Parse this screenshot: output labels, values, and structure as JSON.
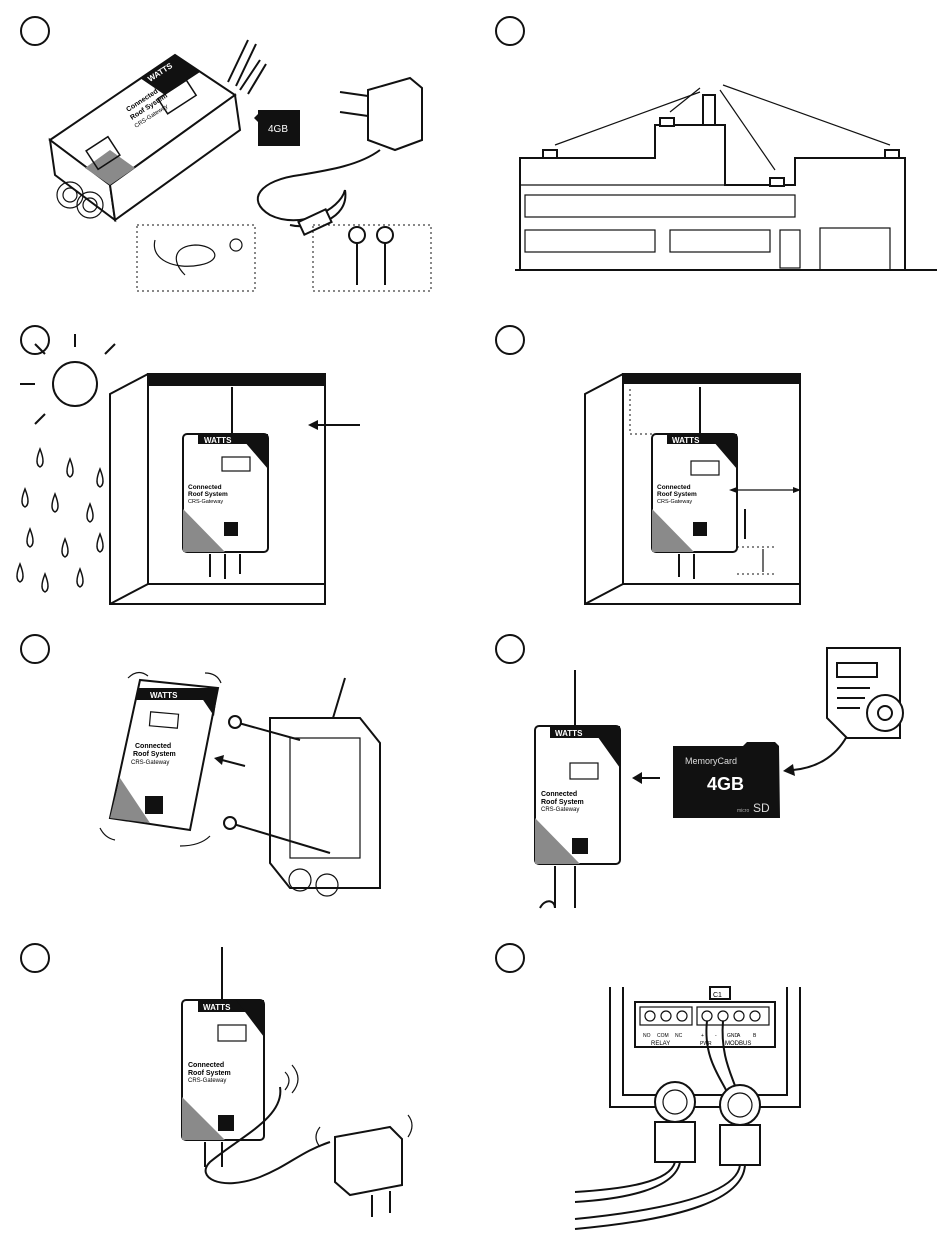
{
  "device": {
    "brand": "WATTS",
    "name_line1": "Connected",
    "name_line2": "Roof System",
    "model": "CRS-Gateway"
  },
  "memory_card": {
    "brand_label": "MemoryCard",
    "capacity": "4GB",
    "format": "SD",
    "format_prefix": "micro"
  },
  "terminals": {
    "relay_label": "RELAY",
    "relay_pins": [
      "NO",
      "COM",
      "NC"
    ],
    "modbus_label": "MODBUS",
    "modbus_pins": [
      "A",
      "B"
    ],
    "pwr_label": "PWR",
    "pwr_pins": [
      "+",
      "-"
    ],
    "gnd_label": "GND",
    "top_label": "C1"
  }
}
